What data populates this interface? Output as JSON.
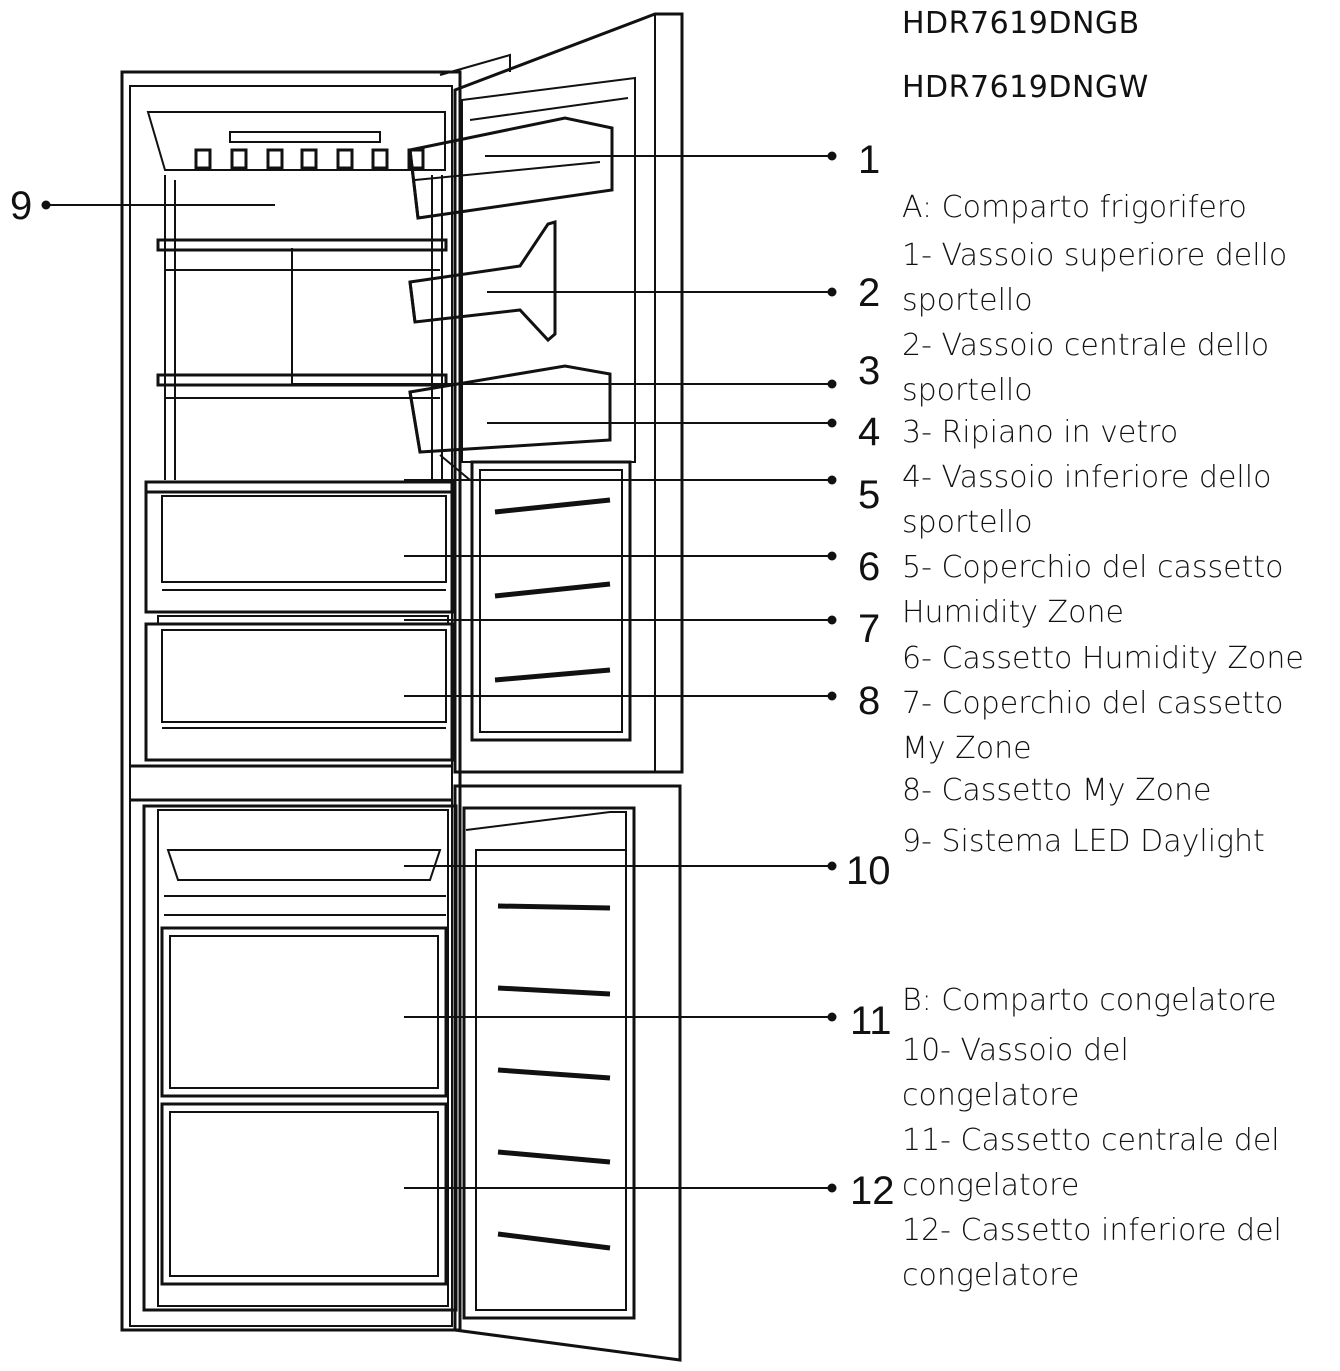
{
  "models": [
    "HDR7619DNGB",
    "HDR7619DNGW"
  ],
  "callouts": [
    "1",
    "2",
    "3",
    "4",
    "5",
    "6",
    "7",
    "8",
    "9",
    "10",
    "11",
    "12"
  ],
  "legend": {
    "a_title": "A:  Comparto frigorifero",
    "a_items": [
      "1- Vassoio superiore dello",
      "sportello",
      "2- Vassoio centrale dello",
      "sportello",
      "3- Ripiano in vetro",
      "4- Vassoio inferiore dello",
      "sportello",
      "5- Coperchio del cassetto",
      "Humidity Zone",
      "6- Cassetto Humidity Zone",
      "7- Coperchio del cassetto",
      "My Zone",
      "8- Cassetto My Zone",
      "9-  Sistema LED Daylight"
    ],
    "b_title": "B:  Comparto congelatore",
    "b_items": [
      "10- Vassoio del",
      "congelatore",
      "11- Cassetto centrale del",
      "congelatore",
      "12- Cassetto inferiore del",
      "congelatore"
    ]
  }
}
